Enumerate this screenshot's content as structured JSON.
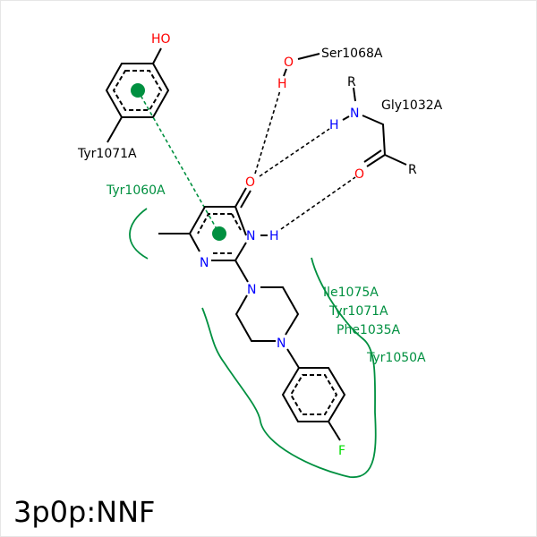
{
  "title": "3p0p:NNF",
  "colors": {
    "interaction": "#009040",
    "oxygen": "#ff0000",
    "nitrogen": "#0000ff",
    "fluorine": "#00dd00",
    "carbon": "#000000"
  },
  "atoms": {
    "ho": "HO",
    "o": "O",
    "h": "H",
    "n": "N",
    "f": "F",
    "r": "R"
  },
  "residues": {
    "tyr1071_ring": "Tyr1071A",
    "ser": "Ser1068A",
    "gly": "Gly1032A",
    "hydrophobic_left": "Tyr1060A",
    "hydrophobic_right": [
      "Ile1075A",
      "Tyr1071A",
      "Phe1035A",
      "Tyr1050A"
    ]
  }
}
